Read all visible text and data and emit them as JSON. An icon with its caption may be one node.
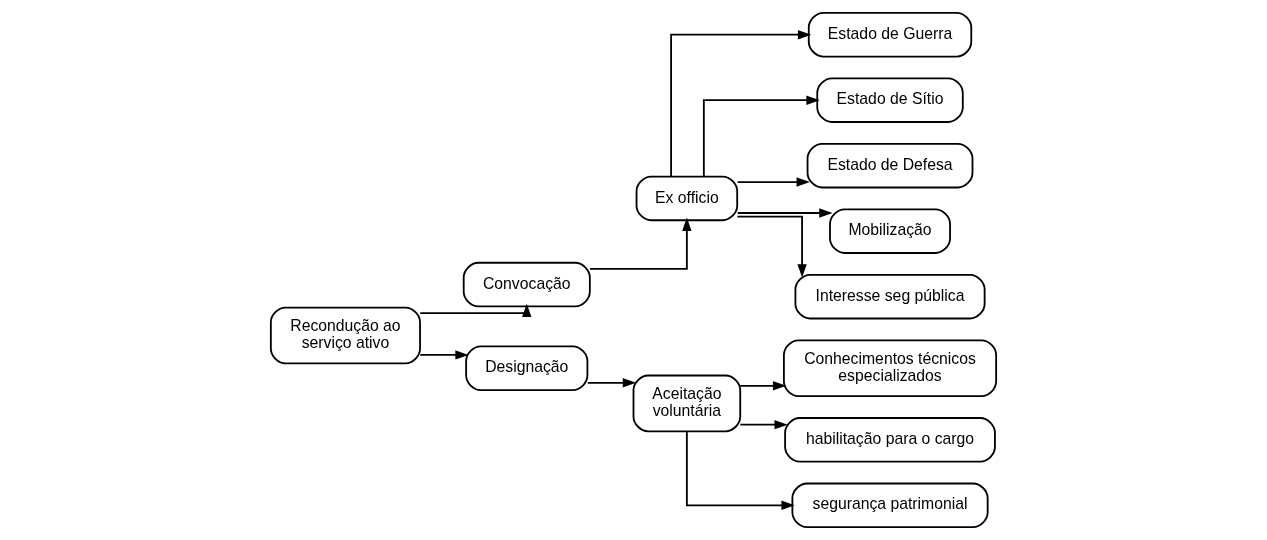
{
  "diagram": {
    "nodes": [
      {
        "text": [
          "Recondução ao serviço ativo"
        ]
      },
      {
        "text": [
          "Convocação"
        ]
      },
      {
        "text": [
          "Designação"
        ]
      },
      {
        "text": [
          "Ex officio"
        ]
      },
      {
        "text": [
          "Estado de Guerra"
        ]
      },
      {
        "text": [
          "Estado de Sítio"
        ]
      },
      {
        "text": [
          "Estado de Defesa"
        ]
      },
      {
        "text": [
          "Mobilização"
        ]
      },
      {
        "text": [
          "Interesse seg pública"
        ]
      },
      {
        "text": [
          "Aceitação voluntária"
        ]
      },
      {
        "text": [
          "Conhecimentos técnicos especializados"
        ]
      },
      {
        "text": [
          "habilitação para o cargo"
        ]
      },
      {
        "text": [
          "segurança patrimonial"
        ]
      }
    ],
    "edges": [
      {
        "from": 0,
        "to": 1,
        "arrow": "to"
      },
      {
        "from": 0,
        "to": 2,
        "arrow": "to"
      },
      {
        "from": 1,
        "to": 3,
        "arrow": "to"
      },
      {
        "from": 3,
        "to": 5,
        "arrow": "to"
      },
      {
        "from": 3,
        "to": 4,
        "arrow": "to"
      },
      {
        "from": 3,
        "to": 6,
        "arrow": "to"
      },
      {
        "from": 3,
        "to": 7,
        "arrow": "to"
      },
      {
        "from": 3,
        "to": 8,
        "arrow": "to"
      },
      {
        "from": 2,
        "to": 9,
        "arrow": "to"
      },
      {
        "from": 9,
        "to": 10,
        "arrow": "to"
      },
      {
        "from": 9,
        "to": 11,
        "arrow": "to"
      },
      {
        "from": 9,
        "to": 12,
        "arrow": "to"
      }
    ]
  }
}
